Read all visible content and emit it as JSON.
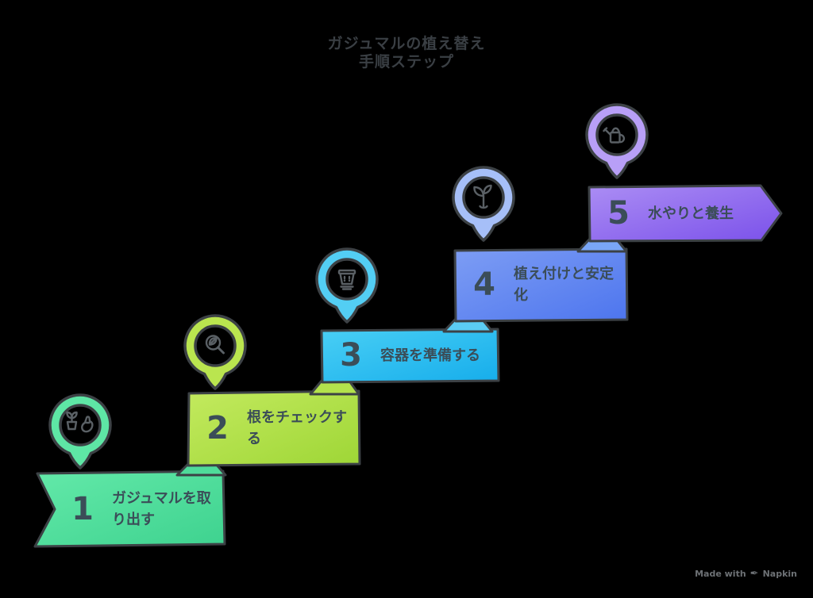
{
  "title": {
    "line1": "ガジュマルの植え替え",
    "line2": "手順ステップ"
  },
  "steps": [
    {
      "number": "1",
      "label": "ガジュマルを取り出す",
      "icon": "plant-removal-icon",
      "color": "#3ed28f",
      "color_light": "#63e9a9",
      "bubble_color": "#5ee6a5",
      "fold_color": "#4fdb9a"
    },
    {
      "number": "2",
      "label": "根をチェックする",
      "icon": "root-inspect-magnifier-icon",
      "color": "#9ed636",
      "color_light": "#c3ea5e",
      "bubble_color": "#bae54f",
      "fold_color": "#b3e24c"
    },
    {
      "number": "3",
      "label": "容器を準備する",
      "icon": "container-pot-icon",
      "color": "#16adeb",
      "color_light": "#49cff5",
      "bubble_color": "#53cef4",
      "fold_color": "#5bccf4"
    },
    {
      "number": "4",
      "label": "植え付けと安定化",
      "icon": "seedling-icon",
      "color": "#4d75ee",
      "color_light": "#7d9df4",
      "bubble_color": "#a6bff8",
      "fold_color": "#7aa6f6"
    },
    {
      "number": "5",
      "label": "水やりと養生",
      "icon": "watering-can-icon",
      "color": "#7b51ea",
      "color_light": "#ab8df4",
      "bubble_color": "#b89ff7"
    }
  ],
  "watermark": {
    "prefix": "Made with",
    "brand": "Napkin"
  },
  "colors": {
    "background": "#000000",
    "outline": "#3c4145",
    "step_text": "#3b4d58",
    "title_text": "#3a3f44",
    "icon_stroke": "#5a6065",
    "watermark_text": "#6d7175"
  }
}
